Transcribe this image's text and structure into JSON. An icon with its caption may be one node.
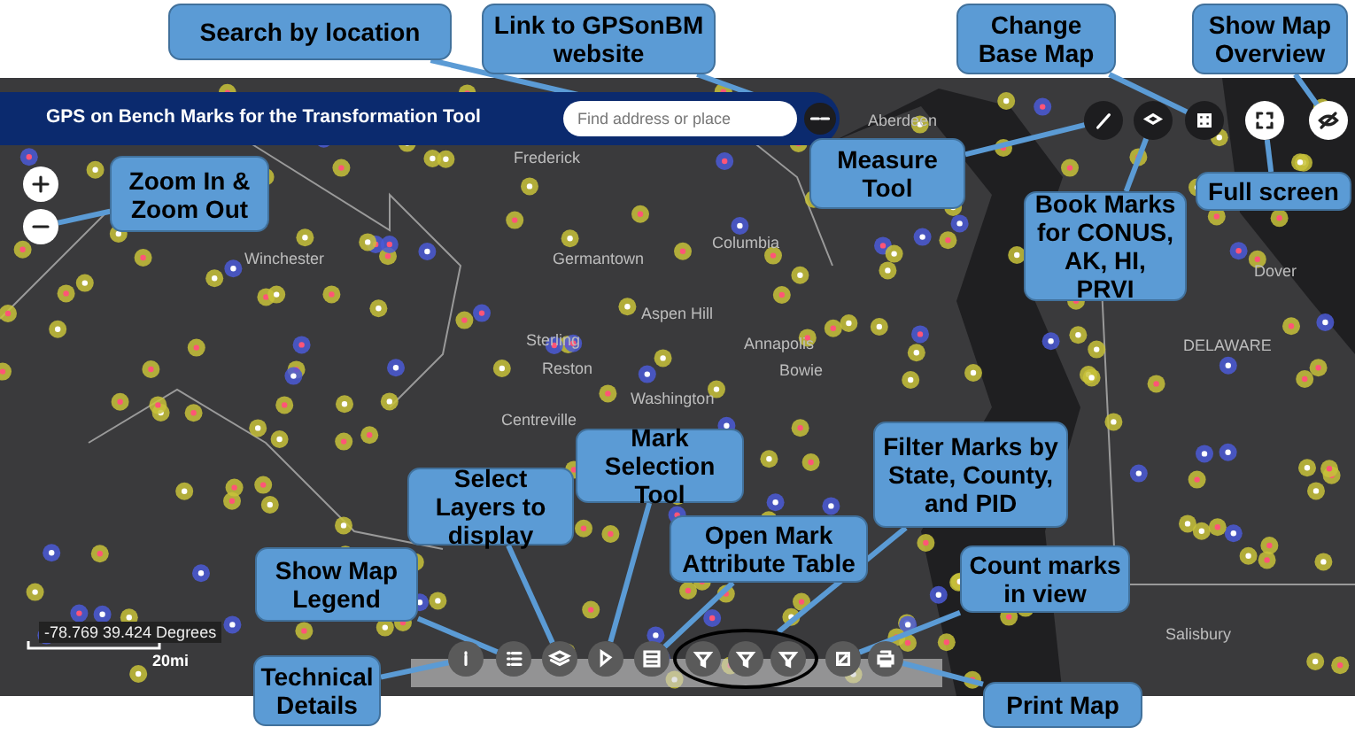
{
  "diagram": {
    "nodes": [
      {
        "text": [
          "Search by location"
        ]
      },
      {
        "text": [
          "Link to GPSonBM website"
        ]
      },
      {
        "text": [
          "Change Base Map"
        ]
      },
      {
        "text": [
          "Show Map Overview"
        ]
      },
      {
        "text": [
          "GPS on Bench Marks for the Transformation Tool"
        ]
      },
      {
        "text": [
          "Find address or place"
        ],
        "in": 4
      },
      {
        "text": [],
        "shape": "circle",
        "in": 4
      },
      {
        "text": [
          "Zoom In & Zoom Out"
        ]
      },
      {
        "text": [],
        "shape": "circle"
      },
      {
        "text": [],
        "shape": "circle"
      },
      {
        "text": [],
        "shape": "circle"
      },
      {
        "text": [],
        "shape": "circle"
      },
      {
        "text": [],
        "shape": "circle"
      },
      {
        "text": [],
        "shape": "circle"
      },
      {
        "text": [],
        "shape": "circle"
      },
      {
        "text": [
          "Measure Tool"
        ]
      },
      {
        "text": [
          "Book Marks for CONUS, AK, HI, PRVI"
        ]
      },
      {
        "text": [
          "Full screen"
        ]
      },
      {
        "text": [
          "Mark Selection Tool"
        ]
      },
      {
        "text": [
          "Select Layers to display"
        ]
      },
      {
        "text": [
          "Filter Marks by State, County, and PID"
        ]
      },
      {
        "text": [
          "Open Mark Attribute Table"
        ]
      },
      {
        "text": [
          "Show Map Legend"
        ]
      },
      {
        "text": [
          "Count marks in view"
        ]
      },
      {
        "text": [
          "Technical Details"
        ]
      },
      {
        "text": [
          "Print Map"
        ]
      },
      {
        "text": [],
        "shape": "circle"
      },
      {
        "text": [],
        "shape": "circle"
      },
      {
        "text": [],
        "shape": "circle"
      },
      {
        "text": [],
        "shape": "circle"
      },
      {
        "text": [],
        "shape": "circle"
      },
      {
        "text": [],
        "shape": "circle",
        "in": 36
      },
      {
        "text": [],
        "shape": "circle",
        "in": 36
      },
      {
        "text": [],
        "shape": "circle",
        "in": 36
      },
      {
        "text": [],
        "shape": "circle"
      },
      {
        "text": [],
        "shape": "circle"
      },
      {
        "text": [],
        "shape": "ellipse"
      }
    ],
    "edges": [
      {
        "from": 0,
        "to": 5,
        "arrow": "none"
      },
      {
        "from": 1,
        "to": 6,
        "arrow": "none"
      },
      {
        "from": 2,
        "to": 12,
        "arrow": "none"
      },
      {
        "from": 3,
        "to": 14,
        "arrow": "none"
      },
      {
        "from": 7,
        "to": 9,
        "arrow": "none"
      },
      {
        "from": 15,
        "to": 10,
        "arrow": "none"
      },
      {
        "from": 16,
        "to": 11,
        "arrow": "none"
      },
      {
        "from": 17,
        "to": 13,
        "arrow": "none"
      },
      {
        "from": 18,
        "to": 29,
        "arrow": "none"
      },
      {
        "from": 19,
        "to": 28,
        "arrow": "none"
      },
      {
        "from": 20,
        "to": 36,
        "arrow": "none"
      },
      {
        "from": 21,
        "to": 30,
        "arrow": "none"
      },
      {
        "from": 22,
        "to": 27,
        "arrow": "none"
      },
      {
        "from": 23,
        "to": 34,
        "arrow": "none"
      },
      {
        "from": 24,
        "to": 26,
        "arrow": "none"
      },
      {
        "from": 25,
        "to": 35,
        "arrow": "none"
      }
    ],
    "labels": [
      "Aberdeen",
      "Frederick",
      "Winchester",
      "Germantown",
      "Columbia",
      "Dover",
      "Aspen Hill",
      "Sterling",
      "Annapolis",
      "DELAWARE",
      "Reston",
      "Bowie",
      "Washington",
      "Centreville",
      "-78.769 39.424 Degrees",
      "Salisbury",
      "20mi"
    ]
  }
}
